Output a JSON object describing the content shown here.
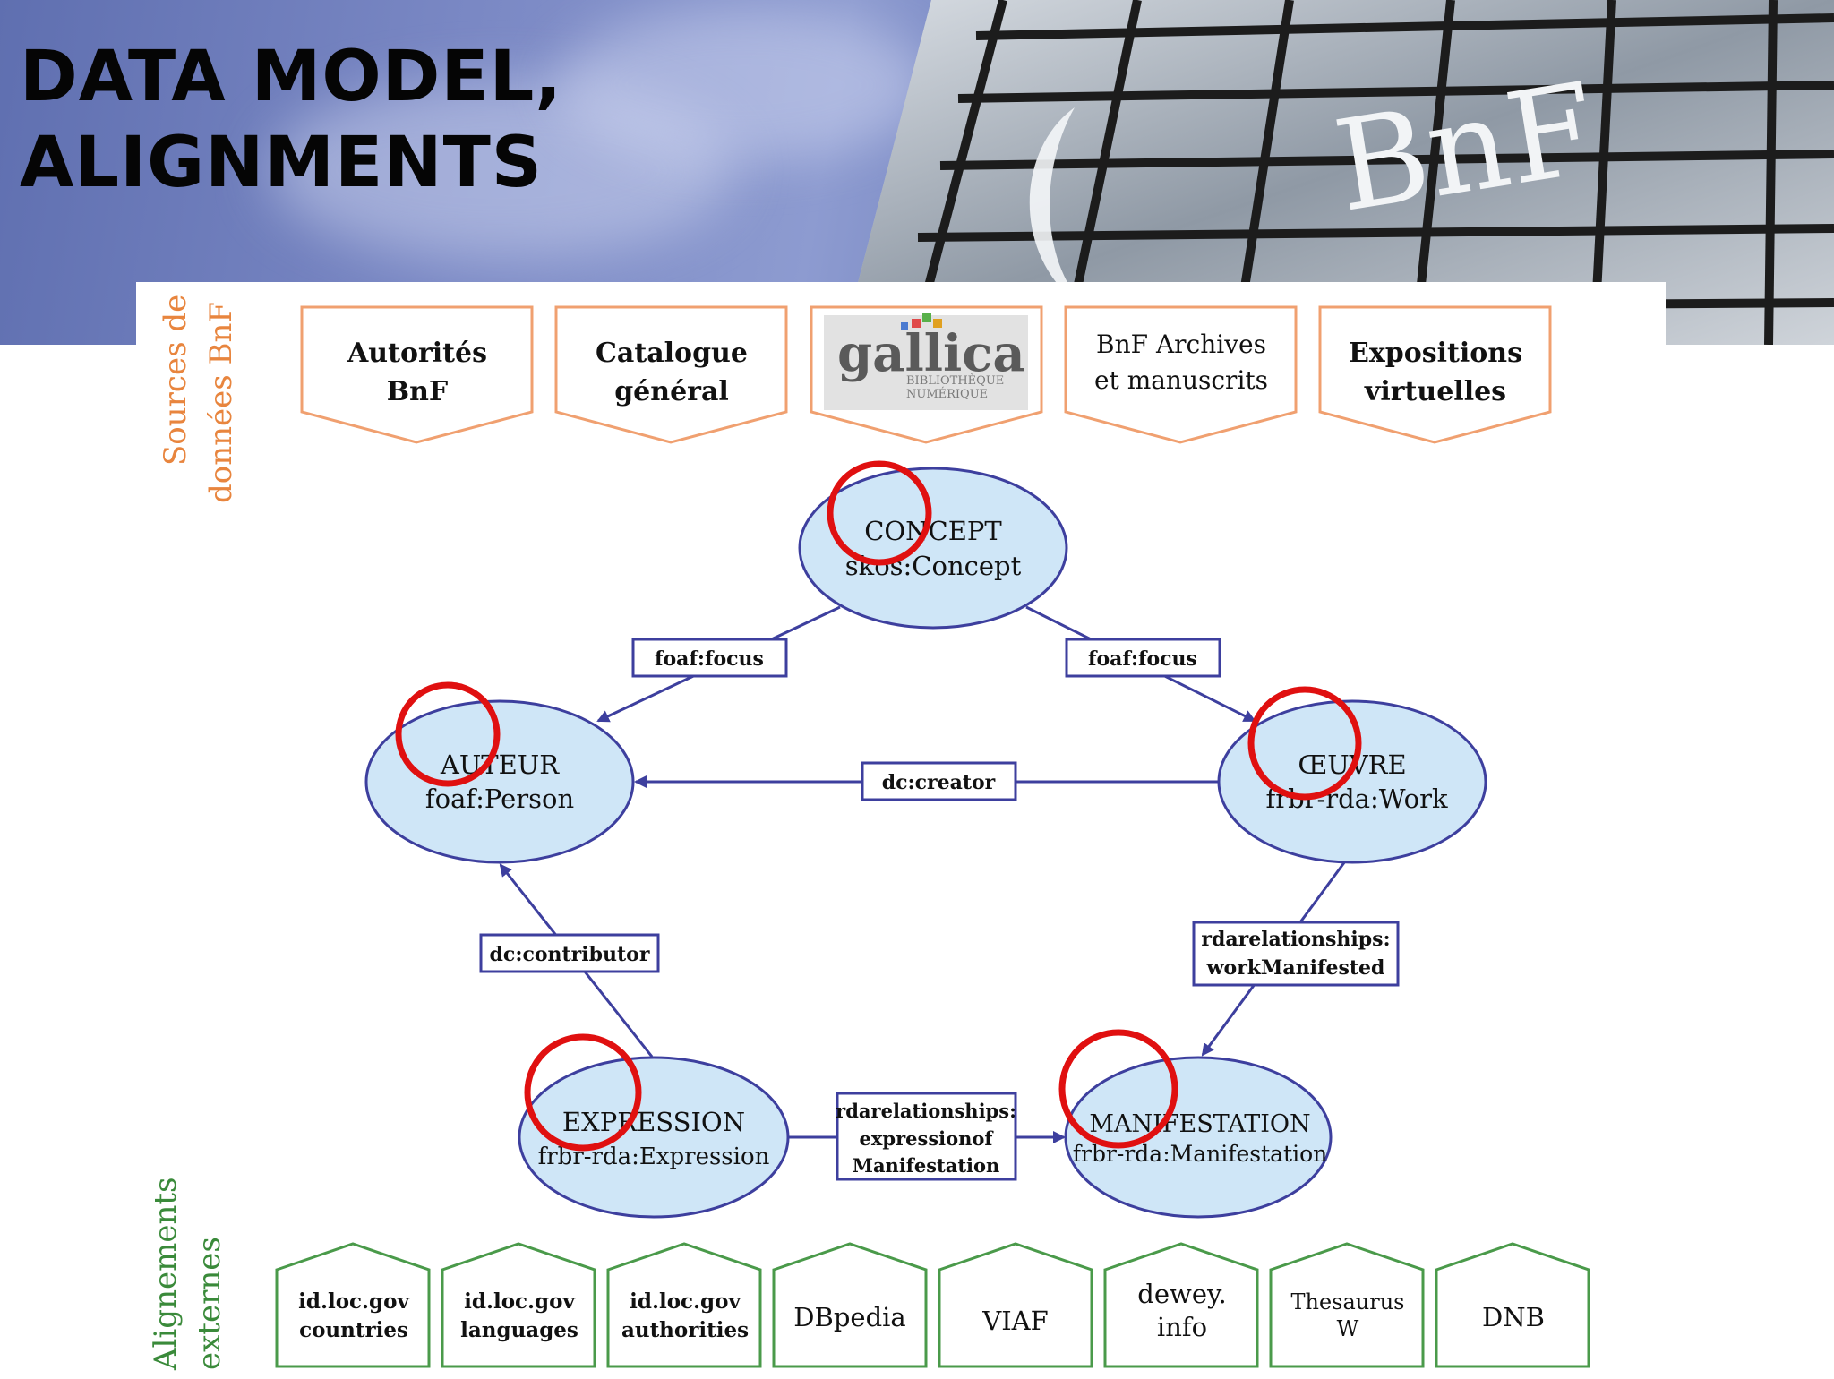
{
  "slide": {
    "title_line1": "DATA MODEL,",
    "title_line2": "ALIGNMENTS",
    "banner_logo_text": "BnF"
  },
  "sources": {
    "label_line1": "Sources de",
    "label_line2": "données BnF",
    "items": [
      {
        "line1": "Autorités",
        "line2": "BnF"
      },
      {
        "line1": "Catalogue",
        "line2": "général"
      },
      {
        "logo_name": "gallica",
        "logo_subtitle1": "BIBLIOTHÈQUE",
        "logo_subtitle2": "NUMÉRIQUE"
      },
      {
        "line1": "BnF Archives",
        "line2": "et manuscrits"
      },
      {
        "line1": "Expositions",
        "line2": "virtuelles"
      }
    ],
    "color": "#f0a070"
  },
  "nodes": {
    "concept": {
      "line1": "CONCEPT",
      "line2": "skos:Concept"
    },
    "auteur": {
      "line1": "AUTEUR",
      "line2": "foaf:Person"
    },
    "oeuvre": {
      "line1": "ŒUVRE",
      "line2": "frbr-rda:Work"
    },
    "expression": {
      "line1": "EXPRESSION",
      "line2": "frbr-rda:Expression"
    },
    "manifestation": {
      "line1": "MANIFESTATION",
      "line2": "frbr-rda:Manifestation"
    }
  },
  "relations": {
    "focus_left": "foaf:focus",
    "focus_right": "foaf:focus",
    "creator": "dc:creator",
    "contributor": "dc:contributor",
    "work_manifested_line1": "rdarelationships:",
    "work_manifested_line2": "workManifested",
    "expression_of_line1": "rdarelationships:",
    "expression_of_line2": "expressionof",
    "expression_of_line3": "Manifestation"
  },
  "alignments": {
    "label_line1": "Alignements",
    "label_line2": "externes",
    "items": [
      {
        "line1": "id.loc.gov",
        "line2": "countries"
      },
      {
        "line1": "id.loc.gov",
        "line2": "languages"
      },
      {
        "line1": "id.loc.gov",
        "line2": "authorities"
      },
      {
        "line1": "DBpedia"
      },
      {
        "line1": "VIAF"
      },
      {
        "line1": "dewey.",
        "line2": "info"
      },
      {
        "line1": "Thesaurus",
        "line2": "W"
      },
      {
        "line1": "DNB"
      }
    ],
    "color": "#4a9a4a"
  },
  "colors": {
    "node_fill": "#cfe6f7",
    "node_stroke": "#3d3f9e",
    "edge": "#3d3f9e",
    "highlight": "#e01010"
  }
}
